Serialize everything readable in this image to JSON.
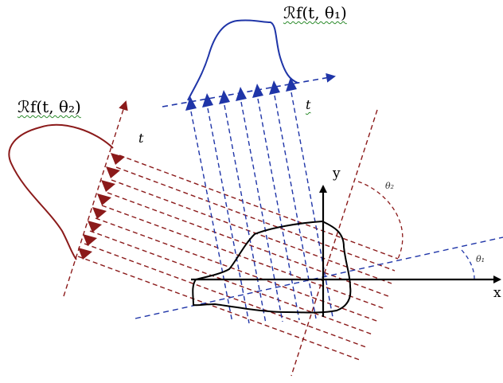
{
  "labels": {
    "proj_theta1": "ℛf(t, θ₁)",
    "proj_theta2": "ℛf(t, θ₂)",
    "t_top": "t",
    "t_left": "t",
    "axis_x": "x",
    "axis_y": "y",
    "theta1": "θ₁",
    "theta2": "θ₂"
  },
  "colors": {
    "blue": "#1f35a8",
    "red": "#8b1a1a",
    "black": "#000000"
  }
}
